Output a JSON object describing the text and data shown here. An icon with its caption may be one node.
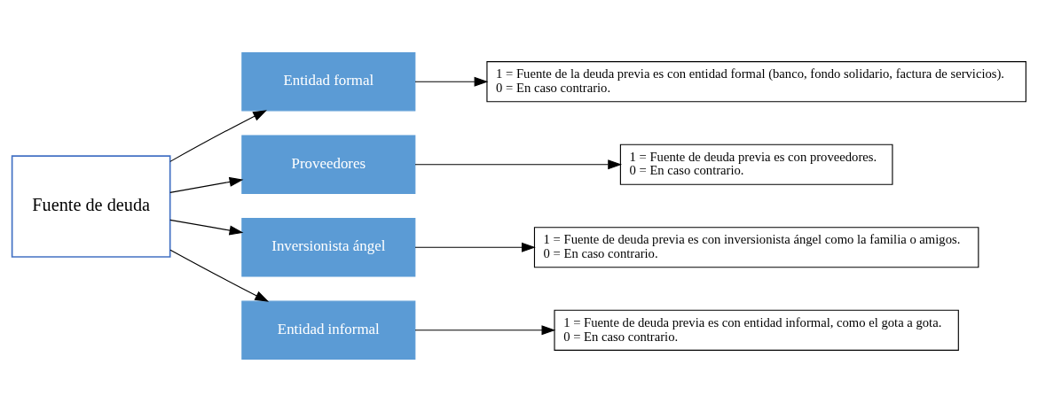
{
  "diagram": {
    "nodes": [
      {
        "text": [
          "Fuente de deuda"
        ]
      },
      {
        "text": [
          "Entidad formal"
        ]
      },
      {
        "text": [
          "Proveedores"
        ]
      },
      {
        "text": [
          "Inversionista ángel"
        ]
      },
      {
        "text": [
          "Entidad informal"
        ]
      },
      {
        "text": [
          "1 = Fuente de la deuda previa es con entidad formal (banco, fondo solidario, factura de servicios).",
          "0 = En caso contrario."
        ]
      },
      {
        "text": [
          "1 = Fuente de deuda previa es con proveedores.",
          "0 = En caso contrario."
        ]
      },
      {
        "text": [
          "1 = Fuente de deuda previa es con inversionista ángel como la familia o amigos.",
          "0 = En caso contrario."
        ]
      },
      {
        "text": [
          "1 = Fuente de deuda previa es con entidad informal, como el gota a gota.",
          "0 = En caso contrario."
        ]
      }
    ],
    "edges": [
      {
        "from": 0,
        "to": 1,
        "arrow": "to"
      },
      {
        "from": 0,
        "to": 2,
        "arrow": "to"
      },
      {
        "from": 0,
        "to": 3,
        "arrow": "to"
      },
      {
        "from": 0,
        "to": 4,
        "arrow": "to"
      },
      {
        "from": 1,
        "to": 5,
        "arrow": "to"
      },
      {
        "from": 2,
        "to": 6,
        "arrow": "to"
      },
      {
        "from": 3,
        "to": 7,
        "arrow": "to"
      },
      {
        "from": 4,
        "to": 8,
        "arrow": "to"
      }
    ]
  }
}
